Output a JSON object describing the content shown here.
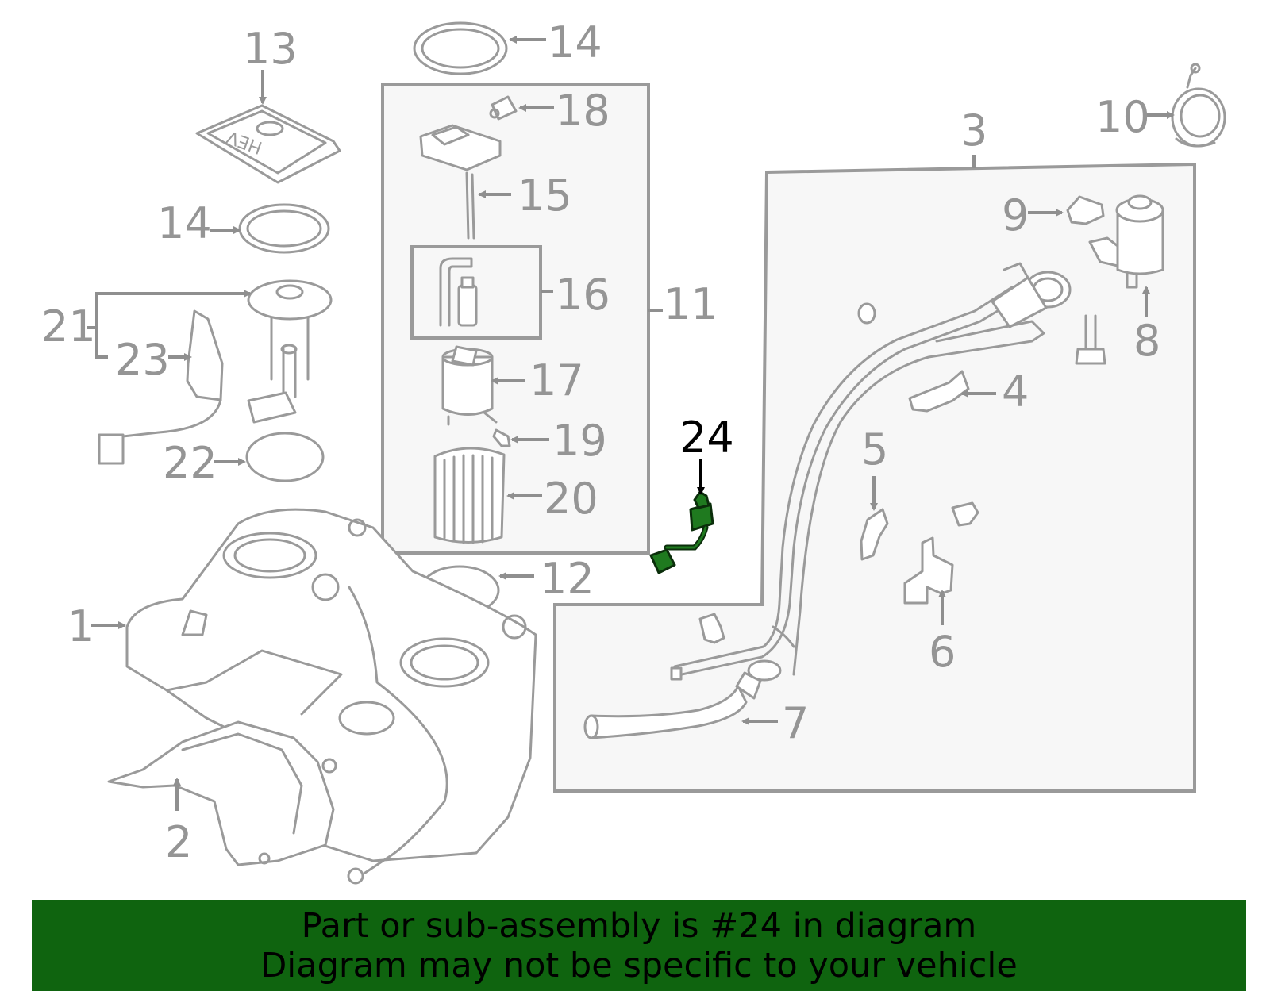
{
  "labels": {
    "p1": "1",
    "p2": "2",
    "p3": "3",
    "p4": "4",
    "p5": "5",
    "p6": "6",
    "p7": "7",
    "p8": "8",
    "p9": "9",
    "p10": "10",
    "p11": "11",
    "p12": "12",
    "p13": "13",
    "p14a": "14",
    "p14b": "14",
    "p15": "15",
    "p16": "16",
    "p17": "17",
    "p18": "18",
    "p19": "19",
    "p20": "20",
    "p21": "21",
    "p22": "22",
    "p23": "23",
    "p24": "24"
  },
  "part_stamp": "HEV",
  "highlight_color": "#1f7a1f",
  "banner": {
    "line1": "Part or sub-assembly is #24 in diagram",
    "line2": "Diagram may not be specific to your vehicle",
    "background": "#0f640f"
  }
}
